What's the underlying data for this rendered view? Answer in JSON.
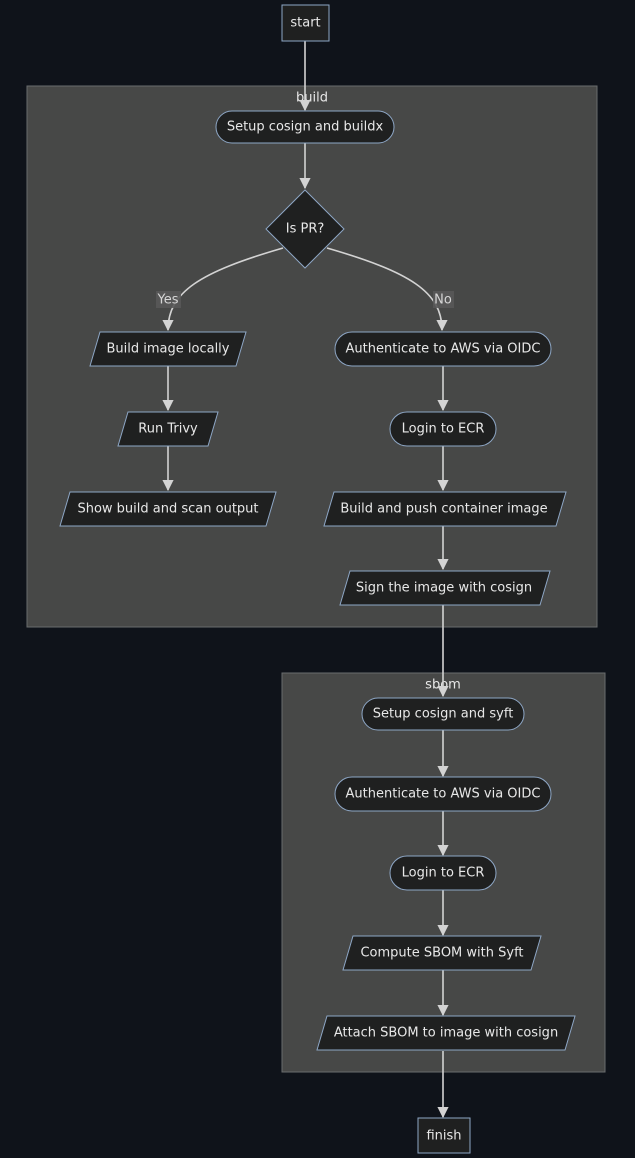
{
  "diagram": {
    "clusters": {
      "build": "build",
      "sbom": "sbom"
    },
    "nodes": {
      "start": "start",
      "setup_buildx": "Setup cosign and buildx",
      "is_pr": "Is PR?",
      "build_local": "Build image locally",
      "run_trivy": "Run Trivy",
      "show_output": "Show build and scan output",
      "auth_aws_1": "Authenticate to AWS via OIDC",
      "login_ecr_1": "Login to ECR",
      "build_push": "Build and push container image",
      "sign_image": "Sign the image with cosign",
      "setup_syft": "Setup cosign and syft",
      "auth_aws_2": "Authenticate to AWS via OIDC",
      "login_ecr_2": "Login to ECR",
      "compute_sbom": "Compute SBOM with Syft",
      "attach_sbom": "Attach SBOM to image with cosign",
      "finish": "finish"
    },
    "edge_labels": {
      "yes": "Yes",
      "no": "No"
    }
  }
}
